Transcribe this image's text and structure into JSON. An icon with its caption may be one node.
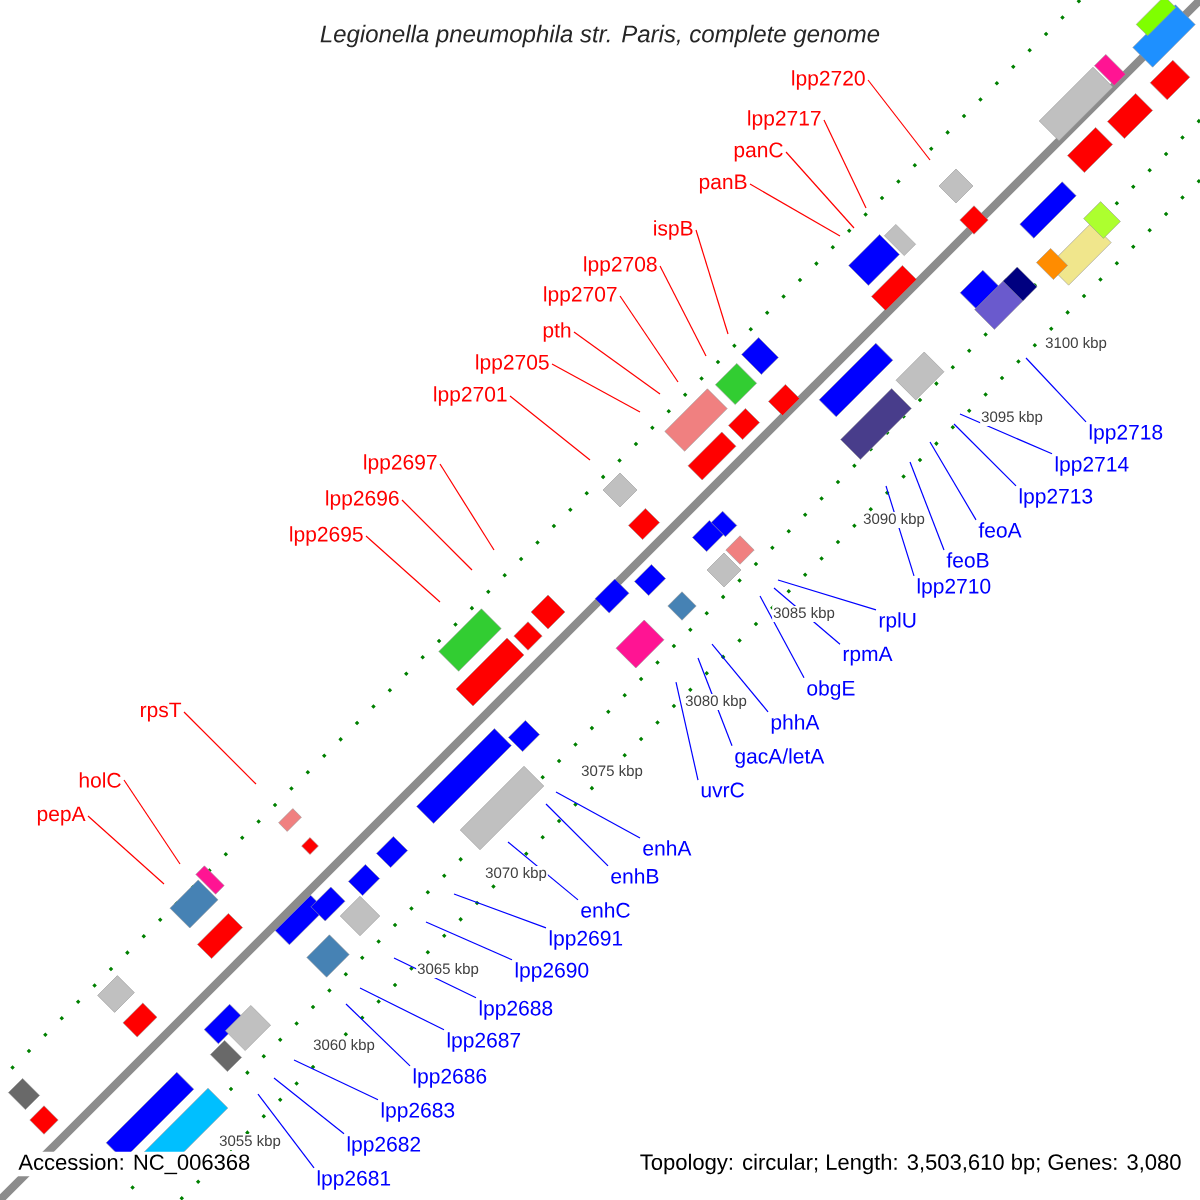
{
  "diagram": {
    "title": "*Legionella pneumophila* str. Paris, complete genome",
    "nodes": [
      {
        "text": [
          "lpp2720"
        ]
      },
      {
        "text": [
          "lpp2717"
        ]
      },
      {
        "text": [
          "panC"
        ]
      },
      {
        "text": [
          "panB"
        ]
      },
      {
        "text": [
          "ispB"
        ]
      },
      {
        "text": [
          "lpp2708"
        ]
      },
      {
        "text": [
          "lpp2707"
        ]
      },
      {
        "text": [
          "pth"
        ]
      },
      {
        "text": [
          "lpp2705"
        ]
      },
      {
        "text": [
          "lpp2701"
        ]
      },
      {
        "text": [
          "lpp2697"
        ]
      },
      {
        "text": [
          "lpp2696"
        ]
      },
      {
        "text": [
          "lpp2695"
        ]
      },
      {
        "text": [
          "rpsT"
        ]
      },
      {
        "text": [
          "holC"
        ]
      },
      {
        "text": [
          "pepA"
        ]
      },
      {
        "text": [
          "lpp2718"
        ]
      },
      {
        "text": [
          "lpp2714"
        ]
      },
      {
        "text": [
          "lpp2713"
        ]
      },
      {
        "text": [
          "feoA"
        ]
      },
      {
        "text": [
          "feoB"
        ]
      },
      {
        "text": [
          "lpp2710"
        ]
      },
      {
        "text": [
          "rplU"
        ]
      },
      {
        "text": [
          "rpmA"
        ]
      },
      {
        "text": [
          "obgE"
        ]
      },
      {
        "text": [
          "phhA"
        ]
      },
      {
        "text": [
          "gacA/letA"
        ]
      },
      {
        "text": [
          "uvrC"
        ]
      },
      {
        "text": [
          "enhA"
        ]
      },
      {
        "text": [
          "enhB"
        ]
      },
      {
        "text": [
          "enhC"
        ]
      },
      {
        "text": [
          "lpp2691"
        ]
      },
      {
        "text": [
          "lpp2690"
        ]
      },
      {
        "text": [
          "lpp2688"
        ]
      },
      {
        "text": [
          "lpp2687"
        ]
      },
      {
        "text": [
          "lpp2686"
        ]
      },
      {
        "text": [
          "lpp2683"
        ]
      },
      {
        "text": [
          "lpp2682"
        ]
      },
      {
        "text": [
          "lpp2681"
        ]
      }
    ],
    "edges": [
      {
        "from": 0,
        "to": null,
        "arrow": "none",
        "color": "#ff0000"
      },
      {
        "from": 1,
        "to": null,
        "arrow": "none",
        "color": "#ff0000"
      },
      {
        "from": 2,
        "to": null,
        "arrow": "none",
        "color": "#ff0000"
      },
      {
        "from": 3,
        "to": null,
        "arrow": "none",
        "color": "#ff0000"
      },
      {
        "from": 4,
        "to": null,
        "arrow": "none",
        "color": "#ff0000"
      },
      {
        "from": 5,
        "to": null,
        "arrow": "none",
        "color": "#ff0000"
      },
      {
        "from": 6,
        "to": null,
        "arrow": "none",
        "color": "#ff0000"
      },
      {
        "from": 7,
        "to": null,
        "arrow": "none",
        "color": "#ff0000"
      },
      {
        "from": 8,
        "to": null,
        "arrow": "none",
        "color": "#ff0000"
      },
      {
        "from": 9,
        "to": null,
        "arrow": "none",
        "color": "#ff0000"
      },
      {
        "from": 10,
        "to": null,
        "arrow": "none",
        "color": "#ff0000"
      },
      {
        "from": 11,
        "to": null,
        "arrow": "none",
        "color": "#ff0000"
      },
      {
        "from": 12,
        "to": null,
        "arrow": "none",
        "color": "#ff0000"
      },
      {
        "from": 13,
        "to": null,
        "arrow": "none",
        "color": "#ff0000"
      },
      {
        "from": 14,
        "to": null,
        "arrow": "none",
        "color": "#ff0000"
      },
      {
        "from": 15,
        "to": null,
        "arrow": "none",
        "color": "#ff0000"
      },
      {
        "from": 16,
        "to": null,
        "arrow": "none"
      },
      {
        "from": 17,
        "to": null,
        "arrow": "none"
      },
      {
        "from": 18,
        "to": null,
        "arrow": "none"
      },
      {
        "from": 19,
        "to": null,
        "arrow": "none"
      },
      {
        "from": 20,
        "to": null,
        "arrow": "none"
      },
      {
        "from": 21,
        "to": null,
        "arrow": "none"
      },
      {
        "from": 22,
        "to": null,
        "arrow": "none"
      },
      {
        "from": 23,
        "to": null,
        "arrow": "none"
      },
      {
        "from": 24,
        "to": null,
        "arrow": "none"
      },
      {
        "from": 25,
        "to": null,
        "arrow": "none"
      },
      {
        "from": 26,
        "to": null,
        "arrow": "none"
      },
      {
        "from": 27,
        "to": null,
        "arrow": "none"
      },
      {
        "from": 28,
        "to": null,
        "arrow": "none"
      },
      {
        "from": 29,
        "to": null,
        "arrow": "none"
      },
      {
        "from": 30,
        "to": null,
        "arrow": "none"
      },
      {
        "from": 31,
        "to": null,
        "arrow": "none"
      },
      {
        "from": 32,
        "to": null,
        "arrow": "none"
      },
      {
        "from": 33,
        "to": null,
        "arrow": "none"
      },
      {
        "from": 34,
        "to": null,
        "arrow": "none"
      },
      {
        "from": 35,
        "to": null,
        "arrow": "none"
      },
      {
        "from": 36,
        "to": null,
        "arrow": "none"
      },
      {
        "from": 37,
        "to": null,
        "arrow": "none"
      },
      {
        "from": 38,
        "to": null,
        "arrow": "none"
      }
    ],
    "labels": [
      "3100 kbp",
      "3095 kbp",
      "3090 kbp",
      "3085 kbp",
      "3080 kbp",
      "3075 kbp",
      "3070 kbp",
      "3065 kbp",
      "3060 kbp",
      "3055 kbp",
      "Accession: NC_006368",
      "Topology: circular; Length: 3,503,610 bp; Genes: 3,080"
    ]
  }
}
